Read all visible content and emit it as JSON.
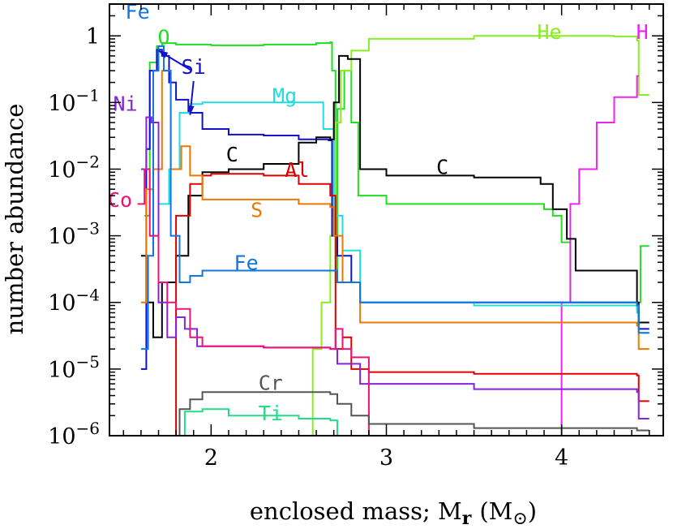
{
  "chart_data": {
    "type": "line",
    "title": "",
    "xlabel": "enclosed mass; M",
    "xlabel_sub": "r",
    "xlabel_unit": "(M",
    "xlabel_unit_sym": "⊙",
    "xlabel_close": ")",
    "ylabel": "number abundance",
    "xlim": [
      1.42,
      4.58
    ],
    "ylim": [
      1e-06,
      3.0
    ],
    "yscale": "log",
    "xticks": [
      {
        "v": 2,
        "label": "2"
      },
      {
        "v": 3,
        "label": "3"
      },
      {
        "v": 4,
        "label": "4"
      }
    ],
    "yticks": [
      {
        "v": 1e-06,
        "base": "10",
        "exp": "−6"
      },
      {
        "v": 1e-05,
        "base": "10",
        "exp": "−5"
      },
      {
        "v": 0.0001,
        "base": "10",
        "exp": "−4"
      },
      {
        "v": 0.001,
        "base": "10",
        "exp": "−3"
      },
      {
        "v": 0.01,
        "base": "10",
        "exp": "−2"
      },
      {
        "v": 0.1,
        "base": "10",
        "exp": "−1"
      },
      {
        "v": 1,
        "base": "1",
        "exp": ""
      }
    ],
    "grid": false,
    "series": [
      {
        "name": "O",
        "color": "#22dd22",
        "label_at": [
          1.73,
          0.75
        ],
        "points": [
          [
            1.62,
            0.002
          ],
          [
            1.65,
            0.4
          ],
          [
            1.69,
            0.7
          ],
          [
            1.72,
            0.78
          ],
          [
            1.8,
            0.74
          ],
          [
            2.0,
            0.72
          ],
          [
            2.3,
            0.74
          ],
          [
            2.6,
            0.78
          ],
          [
            2.68,
            0.8
          ],
          [
            2.69,
            0.3
          ],
          [
            2.71,
            0.0002
          ],
          [
            2.72,
            0.08
          ],
          [
            2.76,
            0.3
          ],
          [
            2.8,
            0.05
          ],
          [
            2.84,
            0.004
          ],
          [
            3.0,
            0.003
          ],
          [
            3.9,
            0.0025
          ],
          [
            3.95,
            0.002
          ],
          [
            4.0,
            0.0008
          ],
          [
            4.05,
            0.0001
          ],
          [
            4.43,
            0.0001
          ],
          [
            4.45,
            0.0007
          ],
          [
            4.5,
            0.0007
          ]
        ]
      },
      {
        "name": "He",
        "color": "#88ee22",
        "label_at": [
          3.93,
          0.9
        ],
        "points": [
          [
            2.54,
            1e-06
          ],
          [
            2.58,
            2e-05
          ],
          [
            2.63,
            0.0001
          ],
          [
            2.68,
            0.001
          ],
          [
            2.71,
            0.05
          ],
          [
            2.74,
            0.3
          ],
          [
            2.8,
            0.6
          ],
          [
            2.9,
            0.9
          ],
          [
            3.5,
            1.0
          ],
          [
            4.0,
            1.0
          ],
          [
            4.3,
            0.98
          ],
          [
            4.43,
            0.85
          ],
          [
            4.44,
            0.13
          ],
          [
            4.5,
            0.13
          ]
        ]
      },
      {
        "name": "H",
        "color": "#ee22ee",
        "label_at": [
          4.46,
          0.9
        ],
        "points": [
          [
            3.45,
            1e-06
          ],
          [
            3.9,
            1e-06
          ],
          [
            4.0,
            0.0001
          ],
          [
            4.05,
            0.003
          ],
          [
            4.1,
            0.01
          ],
          [
            4.2,
            0.05
          ],
          [
            4.3,
            0.12
          ],
          [
            4.43,
            0.25
          ],
          [
            4.44,
            0.25
          ]
        ]
      },
      {
        "name": "Si",
        "color": "#1111cc",
        "label_at": [
          1.9,
          0.27
        ],
        "points": [
          [
            1.6,
            1e-05
          ],
          [
            1.63,
            0.02
          ],
          [
            1.65,
            0.3
          ],
          [
            1.69,
            0.62
          ],
          [
            1.72,
            0.5
          ],
          [
            1.76,
            0.2
          ],
          [
            1.8,
            0.11
          ],
          [
            1.87,
            0.07
          ],
          [
            1.95,
            0.04
          ],
          [
            2.1,
            0.033
          ],
          [
            2.3,
            0.032
          ],
          [
            2.5,
            0.028
          ],
          [
            2.67,
            0.027
          ],
          [
            2.69,
            0.001
          ],
          [
            2.72,
            0.0005
          ],
          [
            2.8,
            0.0002
          ],
          [
            2.85,
            0.0001
          ],
          [
            3.5,
            0.0001
          ],
          [
            4.2,
            0.0001
          ],
          [
            4.43,
            8e-05
          ],
          [
            4.44,
            4e-05
          ],
          [
            4.5,
            4e-05
          ]
        ]
      },
      {
        "name": "Mg",
        "color": "#22dddd",
        "label_at": [
          2.42,
          0.1
        ],
        "points": [
          [
            1.65,
            0.001
          ],
          [
            1.7,
            0.003
          ],
          [
            1.76,
            0.01
          ],
          [
            1.82,
            0.07
          ],
          [
            1.88,
            0.095
          ],
          [
            1.95,
            0.1
          ],
          [
            2.3,
            0.1
          ],
          [
            2.6,
            0.1
          ],
          [
            2.64,
            0.04
          ],
          [
            2.68,
            0.04
          ],
          [
            2.7,
            0.002
          ],
          [
            2.75,
            0.0006
          ],
          [
            2.85,
            0.0001
          ],
          [
            3.5,
            9e-05
          ],
          [
            4.2,
            9e-05
          ],
          [
            4.43,
            7e-05
          ],
          [
            4.44,
            3.5e-05
          ],
          [
            4.5,
            3.5e-05
          ]
        ]
      },
      {
        "name": "C",
        "color": "#000000",
        "label_at": [
          2.12,
          0.013
        ],
        "points": [
          [
            1.6,
            0.0005
          ],
          [
            1.63,
            0.0001
          ],
          [
            1.67,
            3e-05
          ],
          [
            1.72,
            0.0002
          ],
          [
            1.8,
            0.0005
          ],
          [
            1.87,
            0.004
          ],
          [
            1.95,
            0.009
          ],
          [
            2.1,
            0.01
          ],
          [
            2.3,
            0.012
          ],
          [
            2.5,
            0.025
          ],
          [
            2.6,
            0.03
          ],
          [
            2.68,
            0.028
          ],
          [
            2.7,
            0.1
          ],
          [
            2.73,
            0.5
          ],
          [
            2.78,
            0.45
          ],
          [
            2.85,
            0.01
          ],
          [
            3.0,
            0.008
          ],
          [
            3.5,
            0.0075
          ],
          [
            3.88,
            0.006
          ],
          [
            3.95,
            0.0025
          ],
          [
            4.03,
            0.0009
          ],
          [
            4.08,
            0.0003
          ],
          [
            4.43,
            0.0001
          ],
          [
            4.44,
            5e-05
          ],
          [
            4.5,
            5e-05
          ]
        ]
      },
      {
        "name": "C",
        "color": "#000000",
        "label_at": [
          3.32,
          0.0085
        ],
        "points": []
      },
      {
        "name": "Al",
        "color": "#dd0000",
        "label_at": [
          2.49,
          0.0077
        ],
        "points": [
          [
            1.75,
            1e-06
          ],
          [
            1.8,
            0.002
          ],
          [
            1.88,
            0.006
          ],
          [
            1.95,
            0.008
          ],
          [
            2.0,
            0.0085
          ],
          [
            2.3,
            0.008
          ],
          [
            2.5,
            0.006
          ],
          [
            2.68,
            0.004
          ],
          [
            2.71,
            2e-05
          ],
          [
            2.75,
            3e-05
          ],
          [
            2.8,
            1e-05
          ],
          [
            2.9,
            9e-06
          ],
          [
            3.5,
            8.5e-06
          ],
          [
            4.43,
            8e-06
          ],
          [
            4.44,
            3.3e-06
          ],
          [
            4.5,
            3.3e-06
          ]
        ]
      },
      {
        "name": "S",
        "color": "#ee7700",
        "label_at": [
          2.26,
          0.0019
        ],
        "points": [
          [
            1.6,
            0.0001
          ],
          [
            1.63,
            0.005
          ],
          [
            1.67,
            0.01
          ],
          [
            1.72,
            0.3
          ],
          [
            1.77,
            0.01
          ],
          [
            1.83,
            0.022
          ],
          [
            1.88,
            0.008
          ],
          [
            1.95,
            0.0035
          ],
          [
            2.2,
            0.0035
          ],
          [
            2.5,
            0.003
          ],
          [
            2.68,
            0.0027
          ],
          [
            2.7,
            0.001
          ],
          [
            2.75,
            0.0002
          ],
          [
            2.85,
            5e-05
          ],
          [
            3.5,
            5e-05
          ],
          [
            4.43,
            4.5e-05
          ],
          [
            4.44,
            2e-05
          ],
          [
            4.5,
            2e-05
          ]
        ]
      },
      {
        "name": "Fe",
        "color": "#1177dd",
        "label_at": [
          1.58,
          1.8
        ],
        "points": [
          [
            1.6,
            2e-05
          ],
          [
            1.64,
            0.0005
          ],
          [
            1.67,
            0.3
          ],
          [
            1.7,
            0.7
          ],
          [
            1.73,
            0.3
          ],
          [
            1.77,
            0.001
          ],
          [
            1.82,
            0.0002
          ],
          [
            1.88,
            0.00025
          ],
          [
            1.95,
            0.0003
          ],
          [
            2.3,
            0.0003
          ],
          [
            2.68,
            0.0003
          ],
          [
            2.72,
            0.0002
          ],
          [
            2.85,
            0.0001
          ],
          [
            3.5,
            0.0001
          ],
          [
            4.2,
            0.0001
          ],
          [
            4.43,
            9e-05
          ],
          [
            4.44,
            3.5e-05
          ],
          [
            4.5,
            3.5e-05
          ]
        ]
      },
      {
        "name": "Fe",
        "color": "#1177dd",
        "label_at": [
          2.2,
          0.00031
        ],
        "points": []
      },
      {
        "name": "Ni",
        "color": "#8822dd",
        "label_at": [
          1.51,
          0.075
        ],
        "points": [
          [
            1.6,
            0.01
          ],
          [
            1.63,
            0.06
          ],
          [
            1.66,
            0.05
          ],
          [
            1.7,
            0.0001
          ],
          [
            1.75,
            3e-05
          ],
          [
            1.8,
            6e-05
          ],
          [
            1.85,
            4e-05
          ],
          [
            1.92,
            2.2e-05
          ],
          [
            2.3,
            2.1e-05
          ],
          [
            2.68,
            2e-05
          ],
          [
            2.72,
            1.2e-05
          ],
          [
            2.85,
            6e-06
          ],
          [
            3.5,
            5e-06
          ],
          [
            4.2,
            5e-06
          ],
          [
            4.43,
            4.5e-06
          ],
          [
            4.44,
            1.8e-06
          ],
          [
            4.5,
            1.8e-06
          ]
        ]
      },
      {
        "name": "Co",
        "color": "#ee1177",
        "label_at": [
          1.48,
          0.0027
        ],
        "points": [
          [
            1.58,
            0.003
          ],
          [
            1.62,
            0.01
          ],
          [
            1.65,
            0.001
          ],
          [
            1.7,
            0.0002
          ],
          [
            1.75,
            0.0001
          ],
          [
            1.8,
            8e-05
          ],
          [
            1.88,
            3e-05
          ],
          [
            1.95,
            2.2e-05
          ],
          [
            2.3,
            2.1e-05
          ],
          [
            2.68,
            2e-05
          ],
          [
            2.71,
            4e-05
          ],
          [
            2.75,
            2e-05
          ],
          [
            2.8,
            1.5e-05
          ],
          [
            2.9,
            1e-06
          ],
          [
            3.45,
            1e-06
          ],
          [
            4.0,
            1e-06
          ]
        ]
      },
      {
        "name": "Cr",
        "color": "#555555",
        "label_at": [
          2.34,
          4.9e-06
        ],
        "points": [
          [
            1.78,
            1e-06
          ],
          [
            1.82,
            2.5e-06
          ],
          [
            1.88,
            3.5e-06
          ],
          [
            1.95,
            4.5e-06
          ],
          [
            2.3,
            4.5e-06
          ],
          [
            2.68,
            4.2e-06
          ],
          [
            2.72,
            3e-06
          ],
          [
            2.8,
            2e-06
          ],
          [
            2.9,
            1.5e-06
          ],
          [
            3.5,
            1.3e-06
          ],
          [
            4.2,
            1.3e-06
          ],
          [
            4.43,
            1.2e-06
          ],
          [
            4.5,
            1.2e-06
          ]
        ]
      },
      {
        "name": "Ti",
        "color": "#22dd88",
        "label_at": [
          2.34,
          1.7e-06
        ],
        "points": [
          [
            1.78,
            1e-06
          ],
          [
            1.85,
            2.3e-06
          ],
          [
            1.95,
            2.5e-06
          ],
          [
            2.1,
            2e-06
          ],
          [
            2.5,
            1.8e-06
          ],
          [
            2.68,
            1.7e-06
          ],
          [
            2.72,
            1e-06
          ]
        ]
      }
    ],
    "annotation_arrows": [
      {
        "from": [
          1.89,
          0.3
        ],
        "to": [
          1.7,
          0.6
        ],
        "color": "#1111cc"
      },
      {
        "from": [
          1.9,
          0.21
        ],
        "to": [
          1.88,
          0.065
        ],
        "color": "#1111cc"
      }
    ]
  }
}
